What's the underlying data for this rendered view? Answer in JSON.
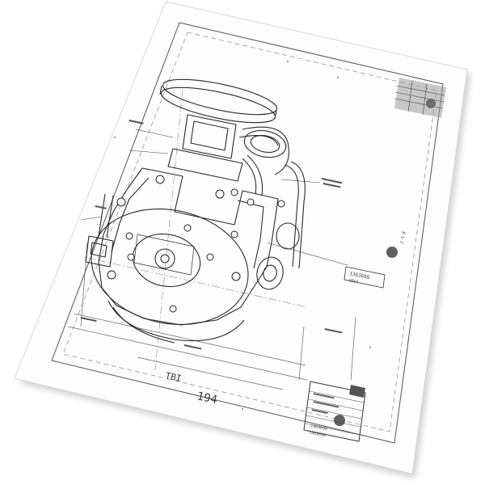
{
  "sheet": {
    "number_label": "194",
    "faint_label": "TBI",
    "part_callout": "1363699",
    "part_callout_sub": "ASSY",
    "title_block_line_1": "1363699",
    "title_block_line_2": "1363699",
    "side_mark": "8-1-2"
  }
}
